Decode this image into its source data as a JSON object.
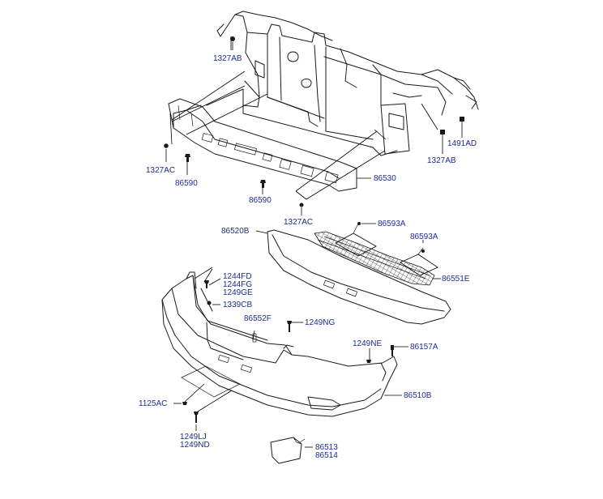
{
  "colors": {
    "label": "#1d2c8f",
    "line": "#1a1a1a",
    "background": "#ffffff"
  },
  "labels": {
    "p1327AB_top": "1327AB",
    "p1327AC_left": "1327AC",
    "p86590_left": "86590",
    "p86590_mid": "86590",
    "p86530": "86530",
    "p1327AC_bottom": "1327AC",
    "p1491AD": "1491AD",
    "p1327AB_right": "1327AB",
    "p86520B": "86520B",
    "p86593A_1": "86593A",
    "p86593A_2": "86593A",
    "p86551E": "86551E",
    "p1244FD": "1244FD",
    "p1244FG": "1244FG",
    "p1249GE": "1249GE",
    "p1339CB": "1339CB",
    "p86552F": "86552F",
    "p1249NG": "1249NG",
    "p1249NE": "1249NE",
    "p86157A": "86157A",
    "p86510B": "86510B",
    "p1125AC": "1125AC",
    "p1249LJ": "1249LJ",
    "p1249ND": "1249ND",
    "p86513": "86513",
    "p86514": "86514"
  }
}
